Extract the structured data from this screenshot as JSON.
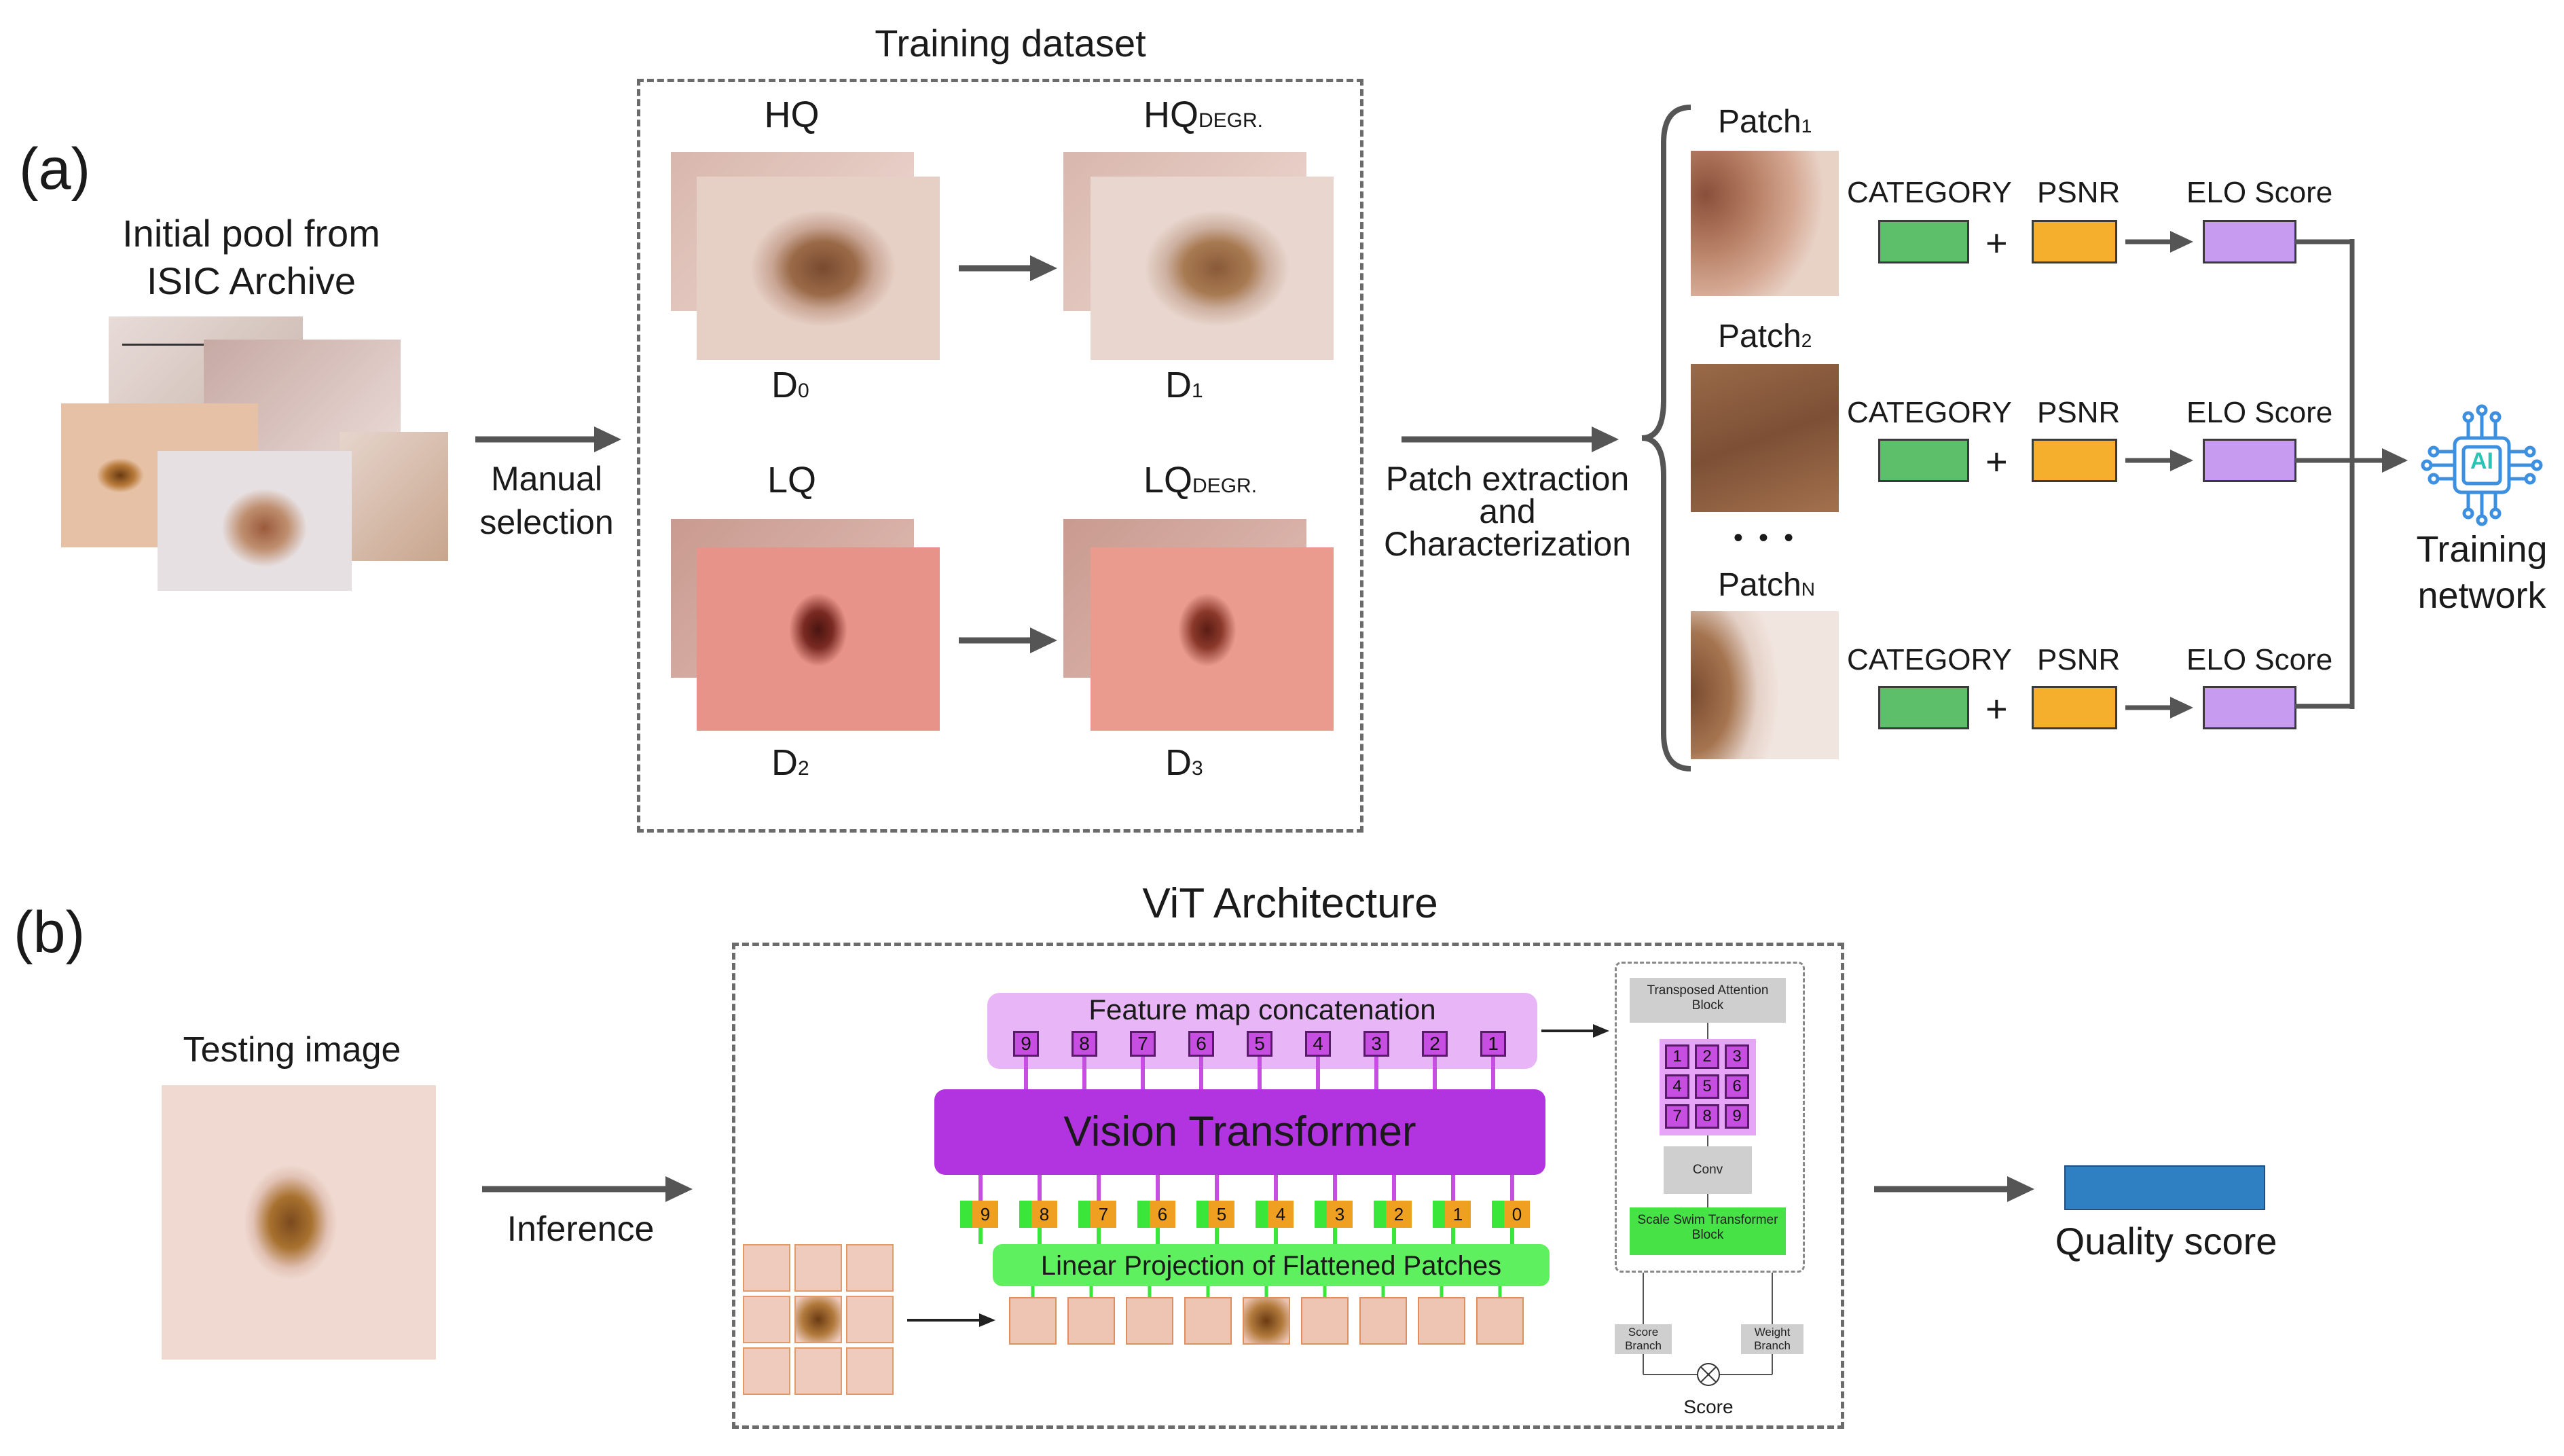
{
  "panel_a": {
    "label": "(a)",
    "pool_title_line1": "Initial pool from",
    "pool_title_line2": "ISIC Archive",
    "arrow1_line1": "Manual",
    "arrow1_line2": "selection",
    "dataset_title": "Training dataset",
    "hq_label": "HQ",
    "hq_degr_main": "HQ",
    "hq_degr_sub": "DEGR.",
    "lq_label": "LQ",
    "lq_degr_main": "LQ",
    "lq_degr_sub": "DEGR.",
    "d0_main": "D",
    "d0_sub": "0",
    "d1_main": "D",
    "d1_sub": "1",
    "d2_main": "D",
    "d2_sub": "2",
    "d3_main": "D",
    "d3_sub": "3",
    "arrow2_line1": "Patch extraction",
    "arrow2_line2": "and",
    "arrow2_line3": "Characterization",
    "rows": [
      {
        "patch_main": "Patch",
        "patch_sub": "1",
        "category": "CATEGORY",
        "psnr": "PSNR",
        "elo": "ELO Score",
        "plus": "+"
      },
      {
        "patch_main": "Patch",
        "patch_sub": "2",
        "category": "CATEGORY",
        "psnr": "PSNR",
        "elo": "ELO Score",
        "plus": "+"
      },
      {
        "patch_main": "Patch",
        "patch_sub": "N",
        "category": "CATEGORY",
        "psnr": "PSNR",
        "elo": "ELO Score",
        "plus": "+"
      }
    ],
    "ellipsis": "• • •",
    "ai_text": "AI",
    "training_line1": "Training",
    "training_line2": "network"
  },
  "panel_b": {
    "label": "(b)",
    "testing_title": "Testing image",
    "inference": "Inference",
    "vit_title": "ViT Architecture",
    "feature_map": "Feature map concatenation",
    "vision_transformer": "Vision Transformer",
    "linear_projection": "Linear Projection of Flattened Patches",
    "top_numbers": [
      "9",
      "8",
      "7",
      "6",
      "5",
      "4",
      "3",
      "2",
      "1"
    ],
    "token_numbers": [
      "9",
      "8",
      "7",
      "6",
      "5",
      "4",
      "3",
      "2",
      "1",
      "0"
    ],
    "transposed_block": "Transposed Attention Block",
    "grid_numbers": [
      "1",
      "2",
      "3",
      "4",
      "5",
      "6",
      "7",
      "8",
      "9"
    ],
    "conv": "Conv",
    "scale_block": "Scale Swim Transformer Block",
    "score_branch": "Score Branch",
    "weight_branch": "Weight Branch",
    "score": "Score",
    "quality_score": "Quality score"
  },
  "colors": {
    "category": "#5dbf6a",
    "psnr": "#f6ae2d",
    "elo": "#c79cf0",
    "quality_bar": "#2f7fc3",
    "vision_transformer": "#b233e0",
    "linear_projection": "#5ef05e",
    "feature_map": "#e8b6f7"
  }
}
